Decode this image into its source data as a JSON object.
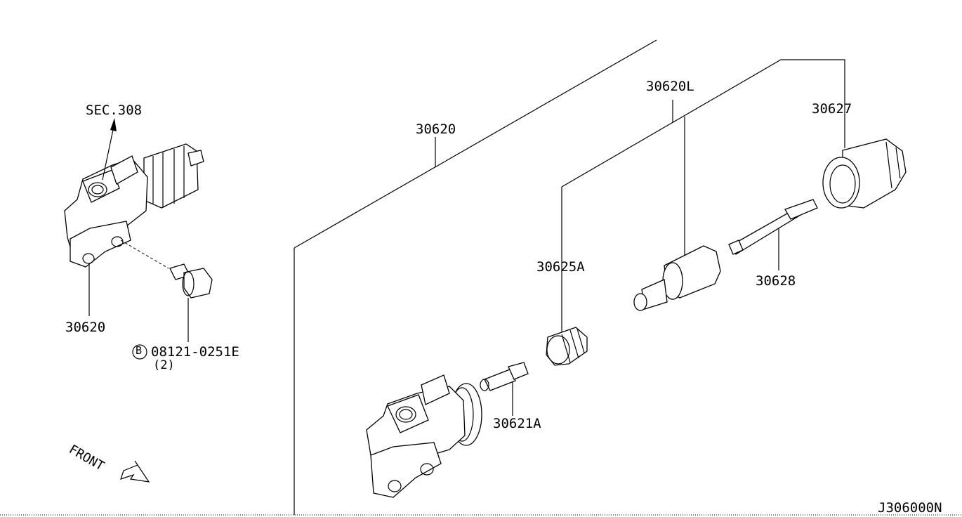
{
  "labels": {
    "sec": "SEC.308",
    "p30620_left": "30620",
    "bolt_code": "08121-0251E",
    "bolt_badge": "B",
    "bolt_qty": "(2)",
    "front": "FRONT",
    "p30620_main": "30620",
    "p30620L": "30620L",
    "p30627": "30627",
    "p30625A": "30625A",
    "p30628": "30628",
    "p30621A": "30621A",
    "diagram_id": "J306000N"
  },
  "icons": [
    "arrow-up-icon",
    "front-arrow-icon",
    "bolt-badge-icon"
  ]
}
